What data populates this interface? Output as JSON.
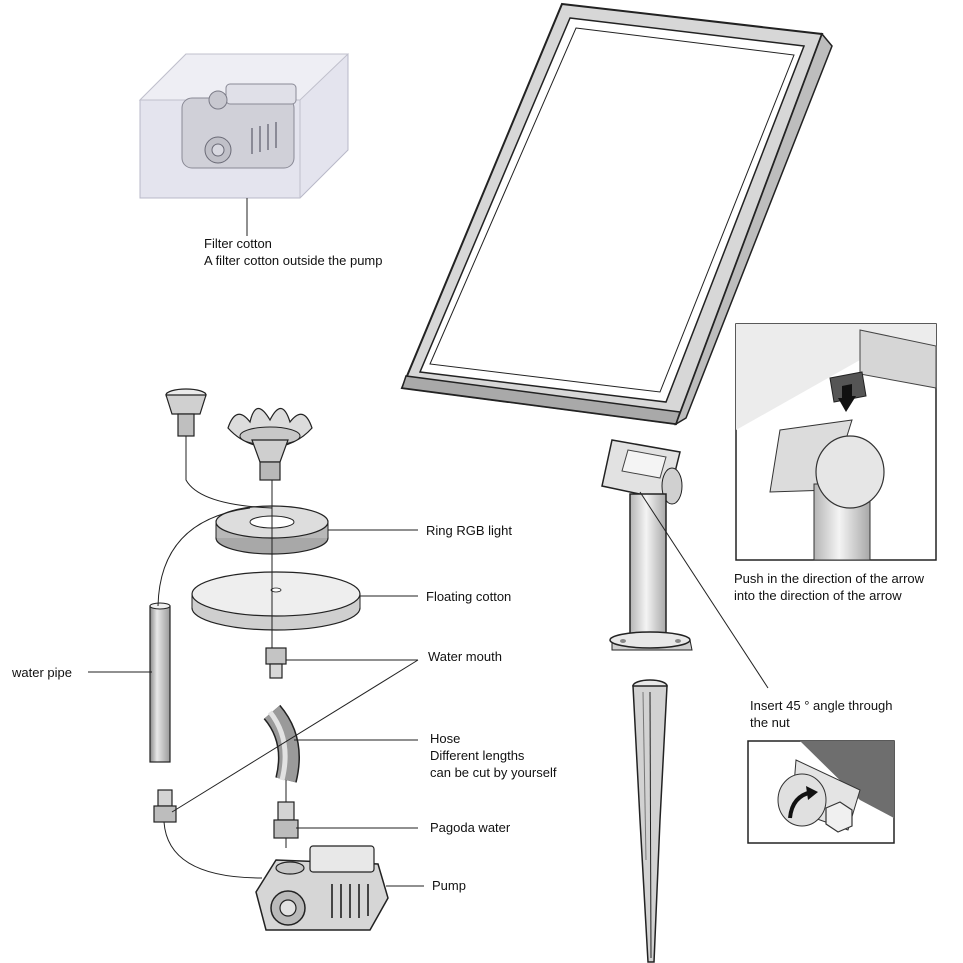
{
  "labels": {
    "filter_cotton_title": "Filter cotton",
    "filter_cotton_desc": "A filter cotton outside the pump",
    "ring_rgb_light": "Ring RGB light",
    "floating_cotton": "Floating cotton",
    "water_mouth": "Water mouth",
    "water_pipe": "water pipe",
    "hose_title": "Hose",
    "hose_line2": "Different lengths",
    "hose_line3": "can be cut by yourself",
    "pagoda_water": "Pagoda water",
    "pump": "Pump",
    "push_line1": "Push in the direction of the arrow",
    "push_line2": "into the direction of the arrow",
    "insert_line1": "Insert 45 ° angle through",
    "insert_line2": "the nut"
  },
  "colors": {
    "line": "#222222",
    "part_fill": "#e6e6e6",
    "part_shade": "#bdbdbd",
    "panel_glass": "#ffffff",
    "filter_box": "#dcdce6",
    "detail_dark": "#555555"
  }
}
